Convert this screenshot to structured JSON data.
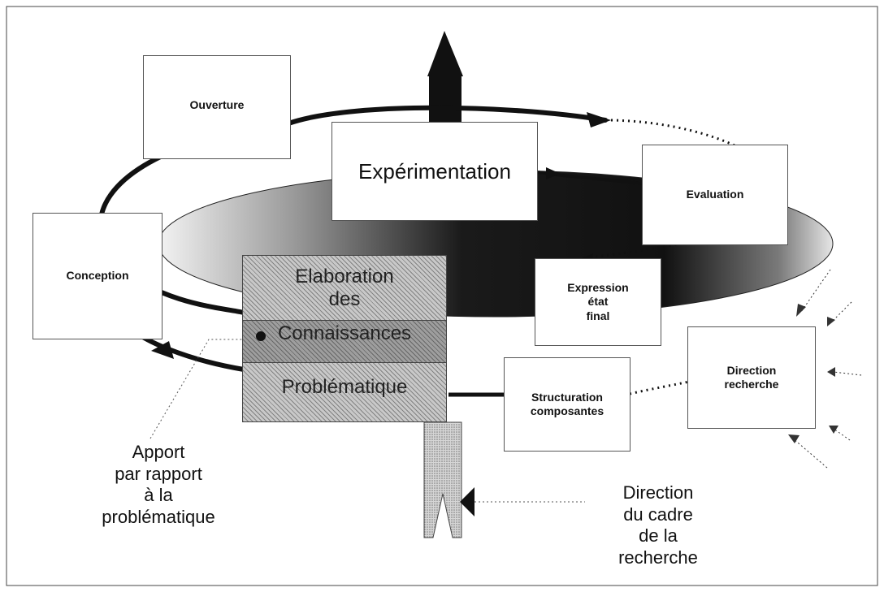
{
  "diagram": {
    "stages": {
      "ouverture": "Ouverture",
      "experimentation": "Expérimentation",
      "evaluation": "Evaluation",
      "conception": "Conception",
      "expression": "Expression\nétat\nfinal",
      "structuration": "Structuration\ncomposantes",
      "direction_recherche": "Direction\nrecherche"
    },
    "core": {
      "elaboration": "Elaboration\ndes",
      "connaissances": "Connaissances",
      "problematique": "Problématique"
    },
    "annotations": {
      "apport": "Apport\npar rapport\nà la\nproblématique",
      "direction_cadre": "Direction\ndu cadre\nde la\nrecherche"
    },
    "colors": {
      "ink": "#111111",
      "ellipse_dark": "#1a1a1a",
      "ellipse_light": "#f0f0f0",
      "hatch_fill": "#c8c8c8",
      "border": "#555555"
    }
  }
}
